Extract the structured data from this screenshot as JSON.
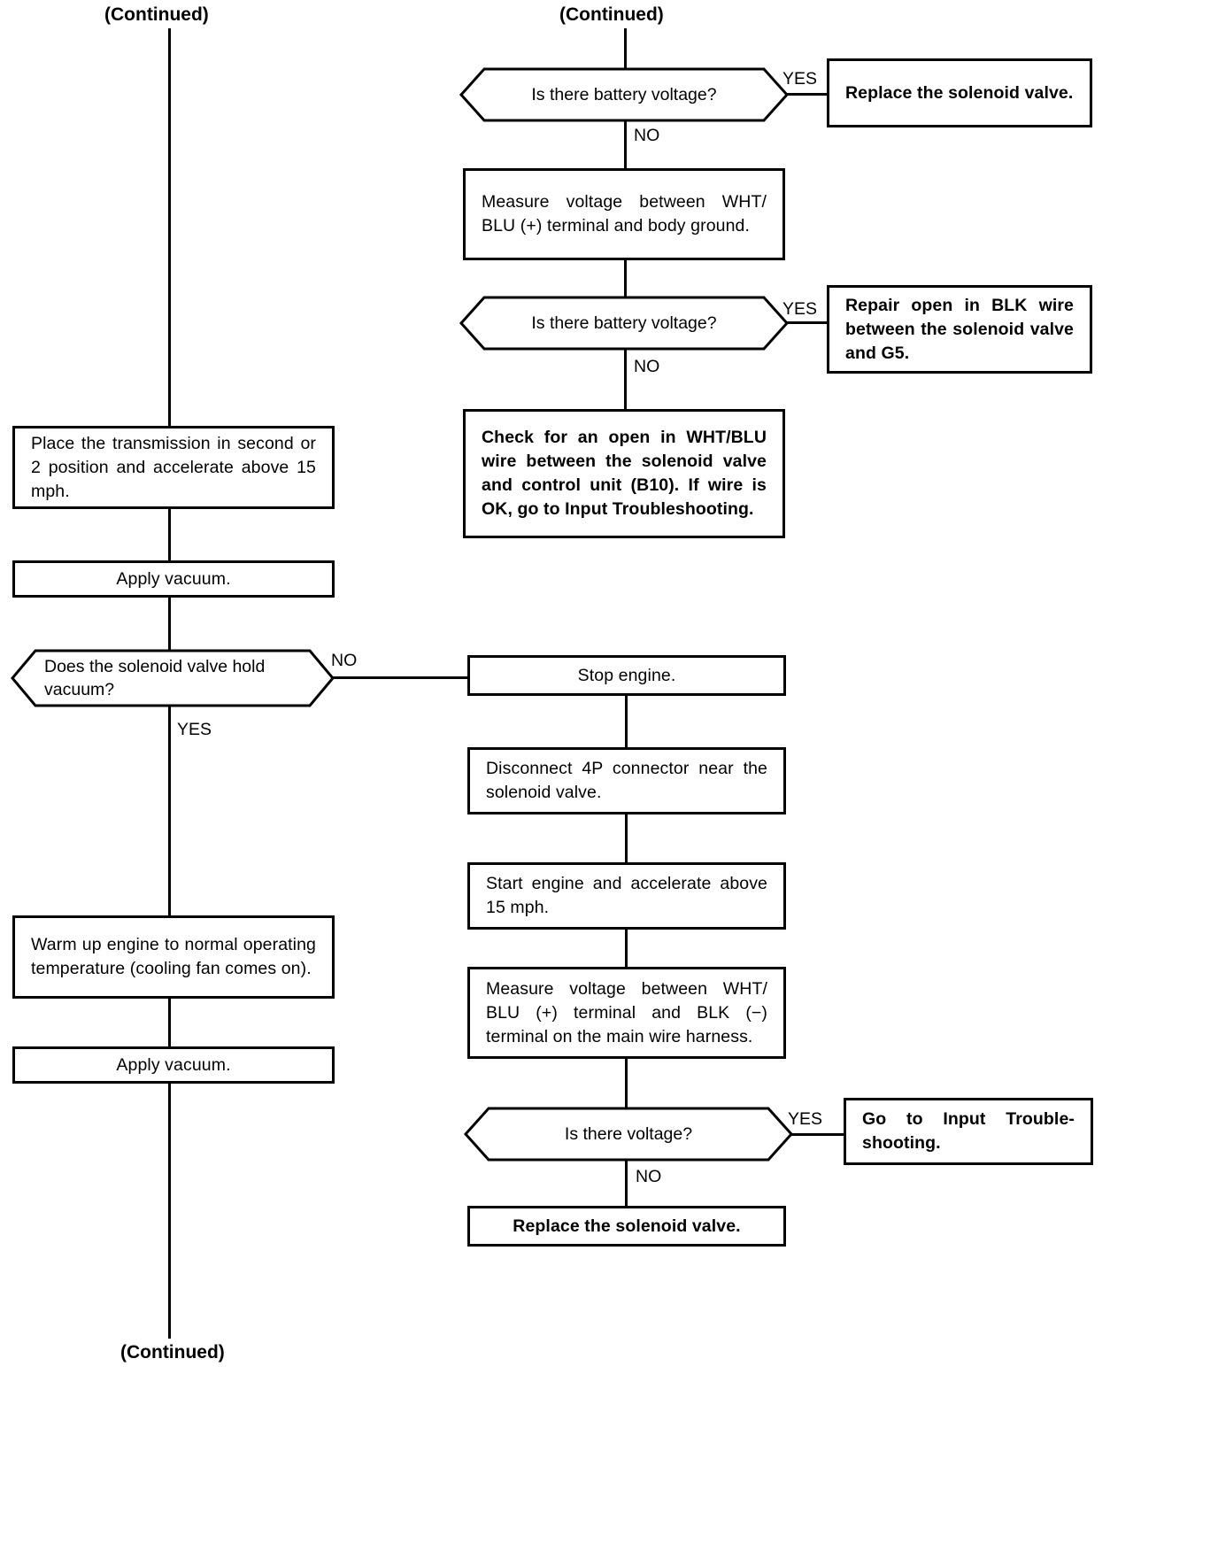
{
  "diagram": {
    "type": "flowchart",
    "title": "Solenoid valve troubleshooting flowchart",
    "continued_labels": {
      "top_left": "(Continued)",
      "top_right": "(Continued)",
      "bottom_left": "(Continued)"
    },
    "branch_labels": {
      "yes": "YES",
      "no": "NO"
    },
    "nodes": {
      "q_battery_voltage_1": "Is there battery voltage?",
      "r_replace_solenoid_1": "Replace the solenoid valve.",
      "p_measure_wht_blu_body_ground": "Measure voltage between WHT/ BLU (+) terminal and body ground.",
      "q_battery_voltage_2": "Is there battery voltage?",
      "r_repair_open_blk": "Repair open in BLK wire between the solenoid valve and G5.",
      "p_check_open_wht_blu": "Check for an open in WHT/BLU wire between the solenoid valve and control unit (B10). If wire is OK, go to Input Troubleshooting.",
      "p_place_transmission": "Place the transmission in second or 2 position and accelerate above 15 mph.",
      "p_apply_vacuum_1": "Apply vacuum.",
      "q_hold_vacuum": "Does the solenoid valve hold vacuum?",
      "p_warm_up_engine": "Warm up engine to normal operating temperature (cooling fan comes on).",
      "p_apply_vacuum_2": "Apply vacuum.",
      "p_stop_engine": "Stop engine.",
      "p_disconnect_4p": "Disconnect 4P connector near the solenoid valve.",
      "p_start_engine_accel": "Start engine and accelerate above 15 mph.",
      "p_measure_wht_blu_blk": "Measure voltage between WHT/ BLU (+) terminal and BLK (−) terminal on the main wire harness.",
      "q_is_there_voltage": "Is there voltage?",
      "r_go_to_input_trouble": "Go to Input Trouble- shooting.",
      "r_replace_solenoid_2": "Replace the solenoid valve."
    }
  }
}
